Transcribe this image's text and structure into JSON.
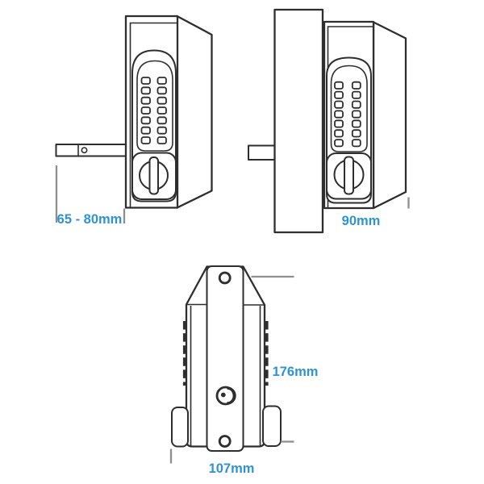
{
  "diagram": {
    "labels": {
      "backset": "65 - 80mm",
      "case_depth": "90mm",
      "body_height": "176mm",
      "body_width": "107mm"
    },
    "figures": [
      {
        "id": "side-view-backset",
        "dimension_label": "65 - 80mm",
        "keypad_buttons": 14
      },
      {
        "id": "side-view-on-door",
        "dimension_label": "90mm",
        "keypad_buttons": 14
      },
      {
        "id": "front-view",
        "height_label": "176mm",
        "width_label": "107mm",
        "screw_holes": 2
      }
    ],
    "colors": {
      "outline": "#2e2e2e",
      "dimension_line": "#8e8e8e",
      "label_text": "#2e93d2",
      "fill": "#ffffff",
      "background": "#ffffff"
    }
  }
}
